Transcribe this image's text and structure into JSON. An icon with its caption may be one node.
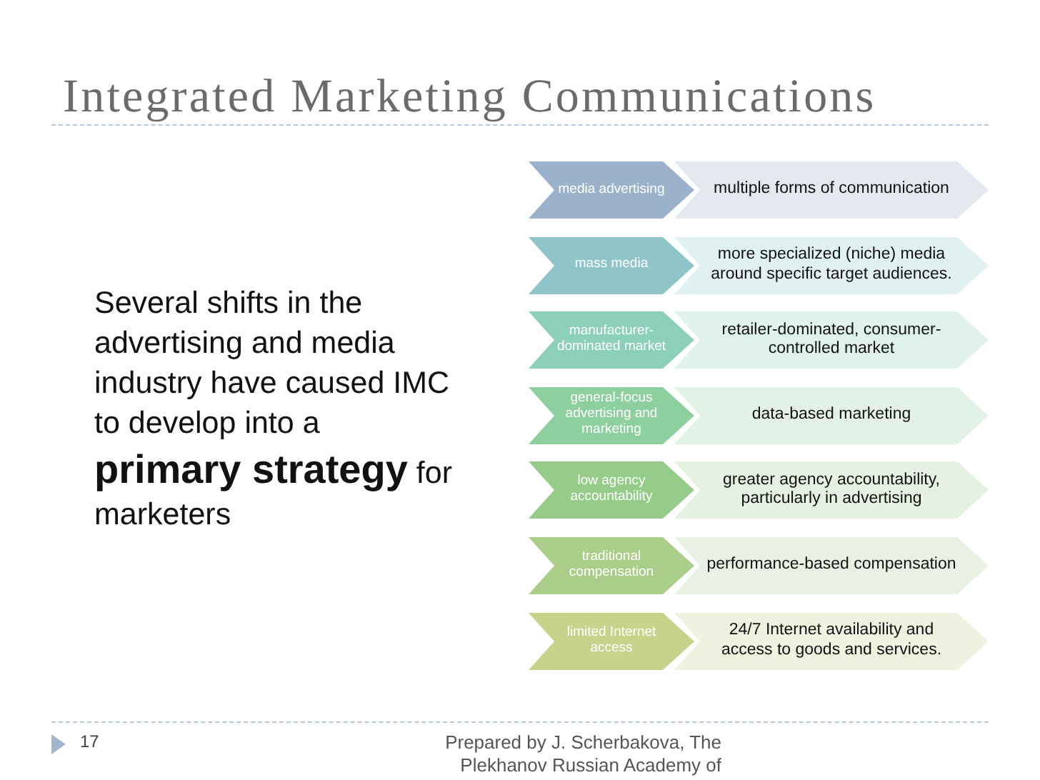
{
  "diagram": {
    "title": "Integrated Marketing Communications",
    "nodes": [
      {
        "text": [
          "media advertising"
        ]
      },
      {
        "text": [
          "multiple forms of communication"
        ]
      },
      {
        "text": [
          "mass media"
        ]
      },
      {
        "text": [
          "more specialized (niche) media around specific target audiences."
        ]
      },
      {
        "text": [
          "manufacturer-dominated market"
        ]
      },
      {
        "text": [
          "retailer-dominated, consumer-controlled market"
        ]
      },
      {
        "text": [
          "general-focus advertising and marketing"
        ]
      },
      {
        "text": [
          "data-based marketing"
        ]
      },
      {
        "text": [
          "low agency accountability"
        ]
      },
      {
        "text": [
          "greater agency accountability, particularly in advertising"
        ]
      },
      {
        "text": [
          "traditional compensation"
        ]
      },
      {
        "text": [
          "performance-based compensation"
        ]
      },
      {
        "text": [
          "limited Internet access"
        ]
      },
      {
        "text": [
          "24/7 Internet availability and access to goods and services."
        ]
      }
    ],
    "labels": [
      "Several shifts in the advertising and media industry have caused IMC to develop into a **primary strategy** for marketers",
      "17",
      "Prepared by J. Scherbakova, The Plekhanov Russian Academy of"
    ]
  }
}
